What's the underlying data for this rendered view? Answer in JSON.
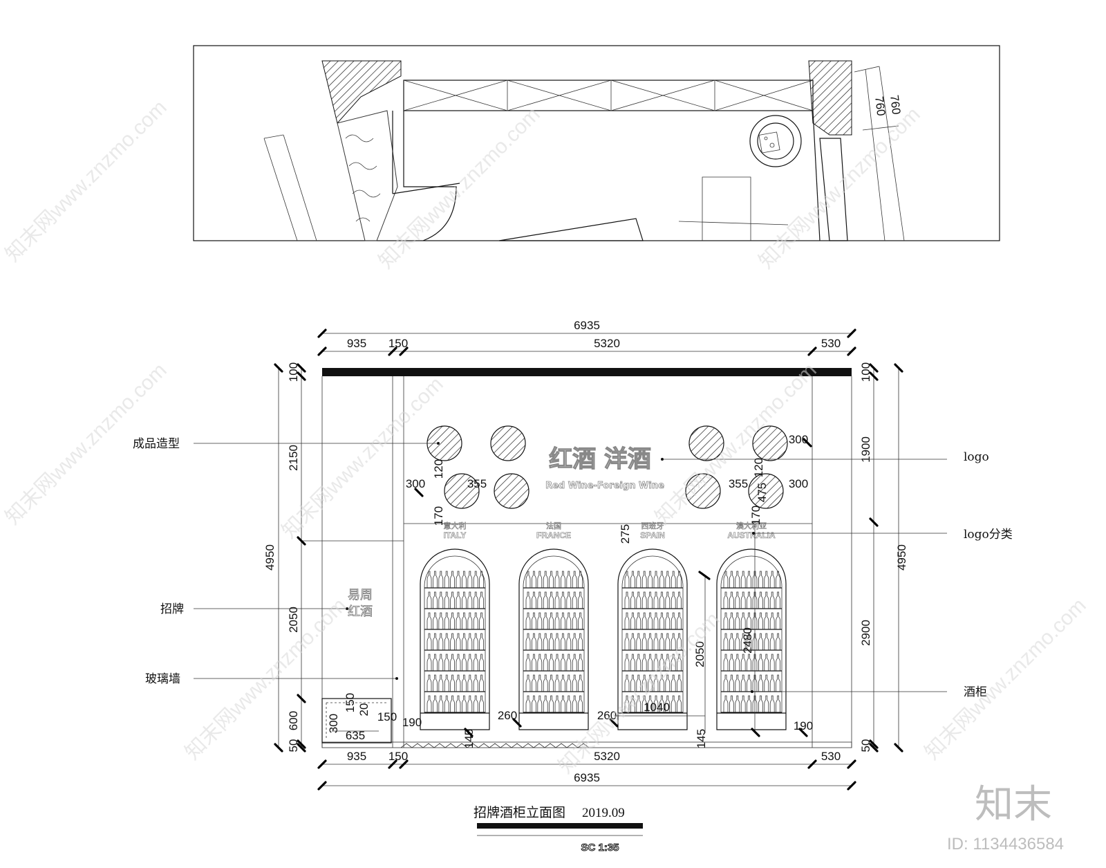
{
  "drawing": {
    "title": "招牌酒柜立面图",
    "date": "2019.09",
    "scale": "SC 1:35"
  },
  "plan": {
    "dims": [
      "760",
      "760"
    ]
  },
  "dims": {
    "top_total": "6935",
    "top_segments": [
      "935",
      "150",
      "5320",
      "530"
    ],
    "bottom_total": "6935",
    "bottom_segments": [
      "935",
      "150",
      "5320",
      "530"
    ],
    "left_total": "4950",
    "left_segments": [
      "100",
      "2150",
      "2050",
      "600",
      "50"
    ],
    "right_total": "4950",
    "right_segments": [
      "100",
      "1900",
      "2900",
      "50"
    ],
    "inner": {
      "d300a": "300",
      "d120a": "120",
      "d355a": "355",
      "d170a": "170",
      "d300b": "300",
      "d120b": "120",
      "d355b": "355",
      "d475": "475",
      "d170b": "170",
      "d300c": "300",
      "d275": "275",
      "d2050": "2050",
      "d2480": "2480",
      "d1040": "1040",
      "d260a": "260",
      "d260b": "260",
      "d190a": "190",
      "d190b": "190",
      "d145a": "145",
      "d145b": "145",
      "d150": "150",
      "d20": "20",
      "d150b": "150",
      "d300s": "300",
      "d635": "635"
    }
  },
  "callouts": {
    "left": [
      "成品造型",
      "招牌",
      "玻璃墙"
    ],
    "right": [
      "logo",
      "logo分类",
      "酒柜"
    ]
  },
  "signage": {
    "main_cn": "红酒  洋酒",
    "main_en": "Red Wine-Foreign Wine",
    "side_sign": [
      "易周",
      "红酒"
    ]
  },
  "cabinets": [
    {
      "cn": "意大利",
      "en": "ITALY"
    },
    {
      "cn": "法国",
      "en": "FRANCE"
    },
    {
      "cn": "西班牙",
      "en": "SPAIN"
    },
    {
      "cn": "澳大利亚",
      "en": "AUSTRALIA"
    }
  ],
  "watermark": {
    "brand": "知末",
    "id": "ID: 1134436584",
    "site": "知末网www.znzmo.com"
  }
}
